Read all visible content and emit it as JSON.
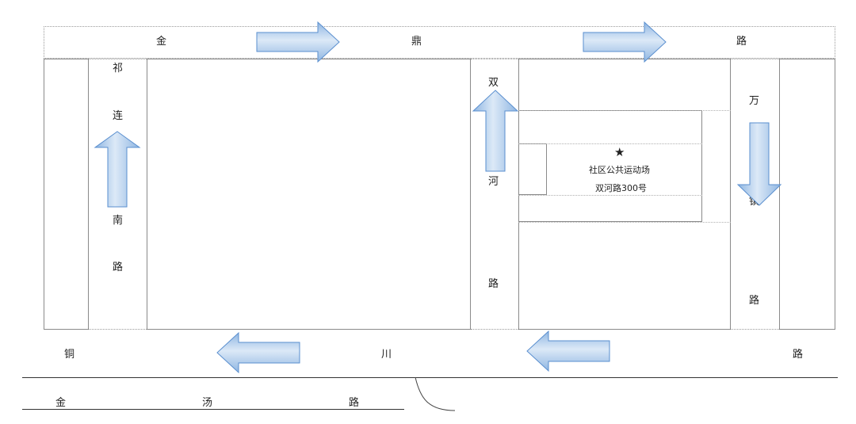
{
  "roads": {
    "jinding": [
      "金",
      "鼎",
      "路"
    ],
    "qilian": [
      "祁",
      "连",
      "南",
      "路"
    ],
    "shuanghe": [
      "双",
      "河",
      "路"
    ],
    "wanzhen": [
      "万",
      "镇",
      "路"
    ],
    "tongchuan": [
      "铜",
      "川",
      "路"
    ],
    "jintang": [
      "金",
      "汤",
      "路"
    ]
  },
  "venue": {
    "star_icon": "★",
    "name": "社区公共运动场",
    "address": "双河路300号"
  },
  "colors": {
    "arrow_fill_light": "#dce9f7",
    "arrow_fill_dark": "#8fb6e2",
    "arrow_stroke": "#5a8fcf",
    "box_border": "#8a8a8a"
  }
}
